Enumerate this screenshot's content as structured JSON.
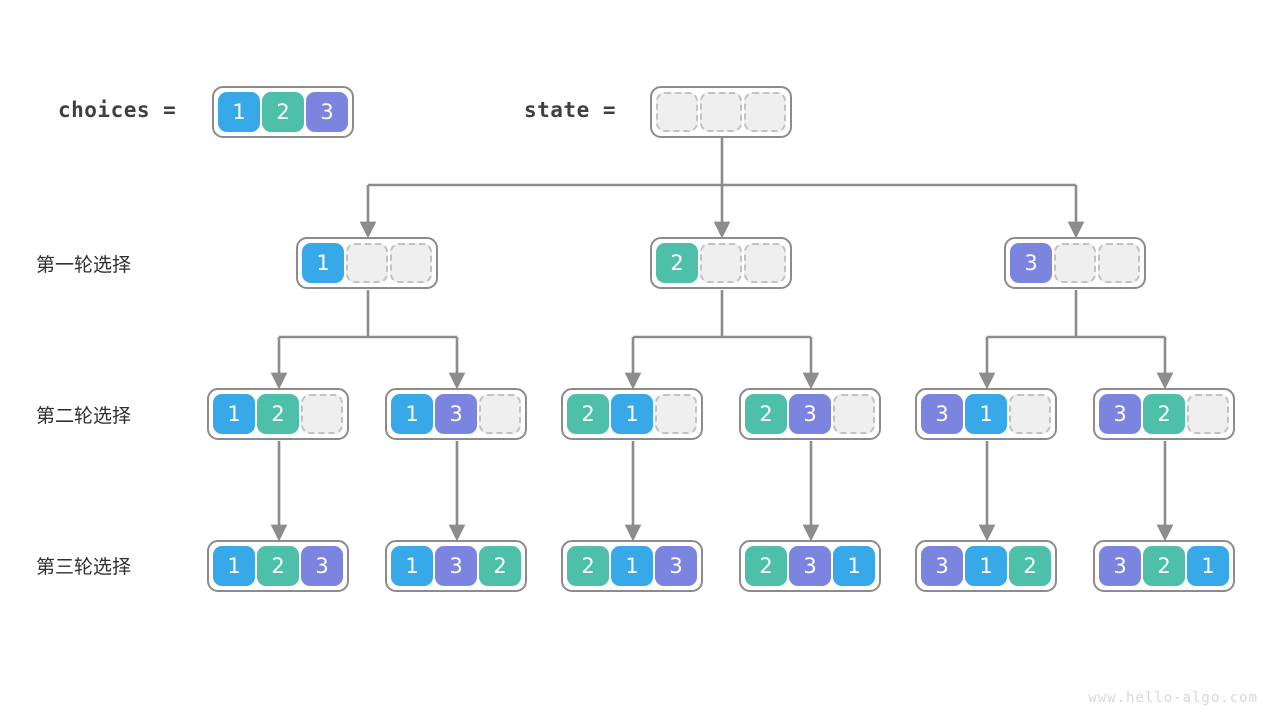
{
  "watermark": "www.hello-algo.com",
  "colors": {
    "value1": "#37a8e8",
    "value2": "#4ebfa8",
    "value3": "#7b85e0",
    "empty_fill": "#efefef",
    "empty_border": "#c2c2c2",
    "box_border": "#8c8c8c",
    "wire": "#8c8c8c",
    "text": "#2f2f2f",
    "watermark": "#d8d8d8"
  },
  "header": {
    "choices_label": "choices =",
    "choices_cells": [
      "1",
      "2",
      "3"
    ],
    "state_label": "state =",
    "state_cells": [
      "",
      "",
      ""
    ]
  },
  "rows": [
    {
      "label": "第一轮选择",
      "nodes": [
        {
          "cells": [
            "1",
            "",
            ""
          ]
        },
        {
          "cells": [
            "2",
            "",
            ""
          ]
        },
        {
          "cells": [
            "3",
            "",
            ""
          ]
        }
      ]
    },
    {
      "label": "第二轮选择",
      "nodes": [
        {
          "cells": [
            "1",
            "2",
            ""
          ]
        },
        {
          "cells": [
            "1",
            "3",
            ""
          ]
        },
        {
          "cells": [
            "2",
            "1",
            ""
          ]
        },
        {
          "cells": [
            "2",
            "3",
            ""
          ]
        },
        {
          "cells": [
            "3",
            "1",
            ""
          ]
        },
        {
          "cells": [
            "3",
            "2",
            ""
          ]
        }
      ]
    },
    {
      "label": "第三轮选择",
      "nodes": [
        {
          "cells": [
            "1",
            "2",
            "3"
          ]
        },
        {
          "cells": [
            "1",
            "3",
            "2"
          ]
        },
        {
          "cells": [
            "2",
            "1",
            "3"
          ]
        },
        {
          "cells": [
            "2",
            "3",
            "1"
          ]
        },
        {
          "cells": [
            "3",
            "1",
            "2"
          ]
        },
        {
          "cells": [
            "3",
            "2",
            "1"
          ]
        }
      ]
    }
  ]
}
